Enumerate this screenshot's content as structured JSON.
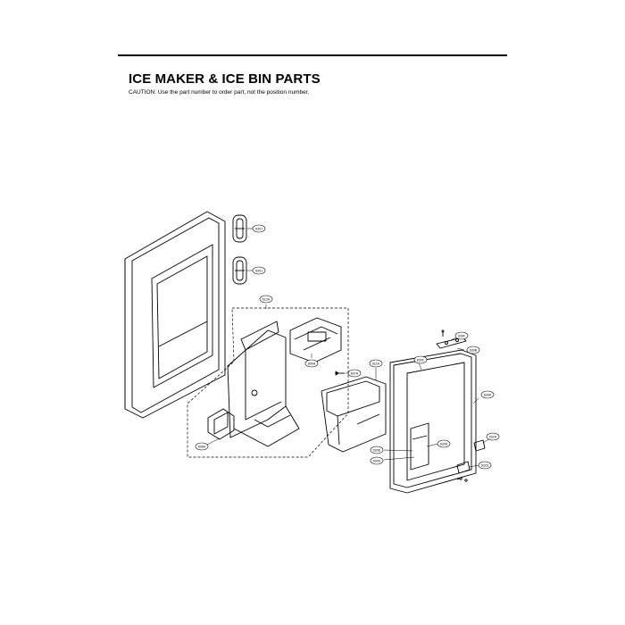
{
  "header": {
    "title": "ICE MAKER & ICE BIN PARTS",
    "caution": "CAUTION: Use the part number to order part, not the position number."
  },
  "diagram": {
    "callouts": [
      {
        "id": "c-630g",
        "label": "630J"
      },
      {
        "id": "c-630h",
        "label": "630J"
      },
      {
        "id": "c-612a",
        "label": "612A"
      },
      {
        "id": "c-600a",
        "label": "600A"
      },
      {
        "id": "c-607a",
        "label": "607A"
      },
      {
        "id": "c-611a",
        "label": "611A"
      },
      {
        "id": "c-606a",
        "label": "606A"
      },
      {
        "id": "c-630c",
        "label": "630C"
      },
      {
        "id": "c-630f",
        "label": "630F"
      },
      {
        "id": "c-630b",
        "label": "630B"
      },
      {
        "id": "c-630a",
        "label": "630A"
      },
      {
        "id": "c-632h",
        "label": "632H"
      },
      {
        "id": "c-630d",
        "label": "630D"
      },
      {
        "id": "c-630e",
        "label": "630E"
      },
      {
        "id": "c-630g2",
        "label": "630G"
      },
      {
        "id": "c-632g",
        "label": "632G"
      }
    ]
  }
}
